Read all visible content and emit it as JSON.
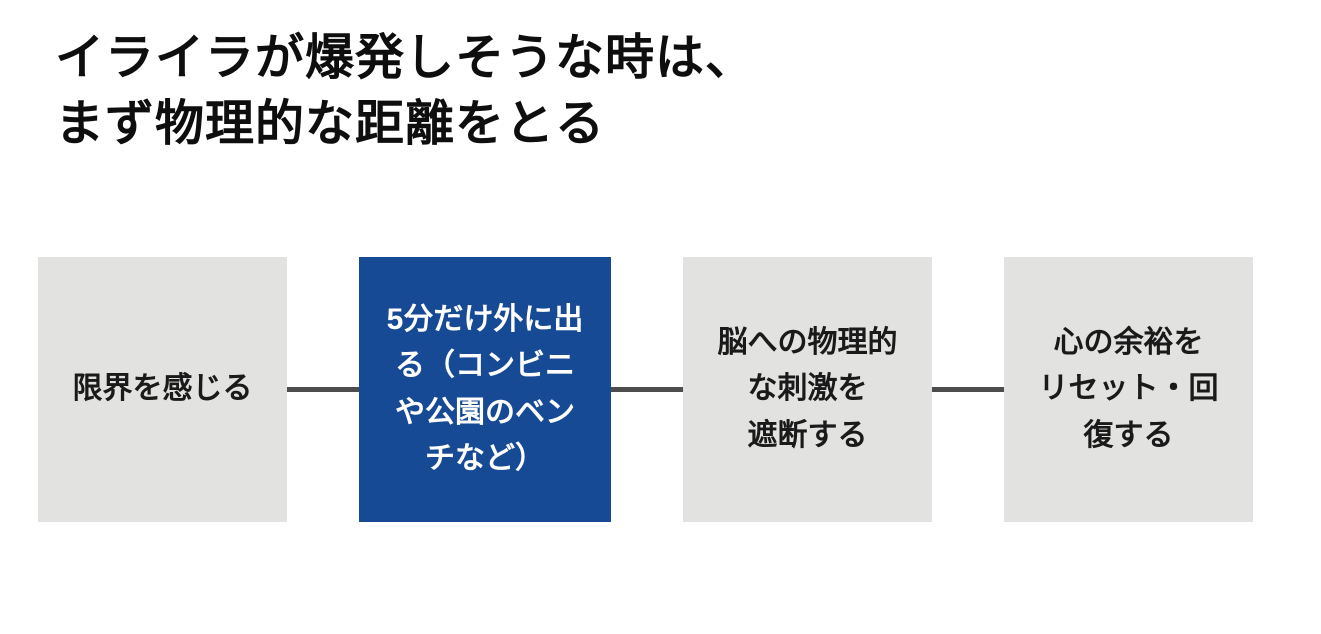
{
  "title": "イライラが爆発しそうな時は、\nまず物理的な距離をとる",
  "flow": {
    "steps": [
      {
        "label": "限界を感じる",
        "highlighted": false
      },
      {
        "label": "5分だけ外に出\nる（コンビニ\nや公園のベン\nチなど）",
        "highlighted": true
      },
      {
        "label": "脳への物理的\nな刺激を\n遮断する",
        "highlighted": false
      },
      {
        "label": "心の余裕を\nリセット・回\n復する",
        "highlighted": false
      }
    ]
  },
  "colors": {
    "background": "#FFFFFF",
    "box_gray": "#E2E2E0",
    "box_highlight_blue": "#174A94",
    "box_text_dark": "#1A1A1A",
    "box_text_light": "#FFFFFF",
    "connector_gray": "#4D4D4D",
    "title_text": "#0E0E0E"
  }
}
